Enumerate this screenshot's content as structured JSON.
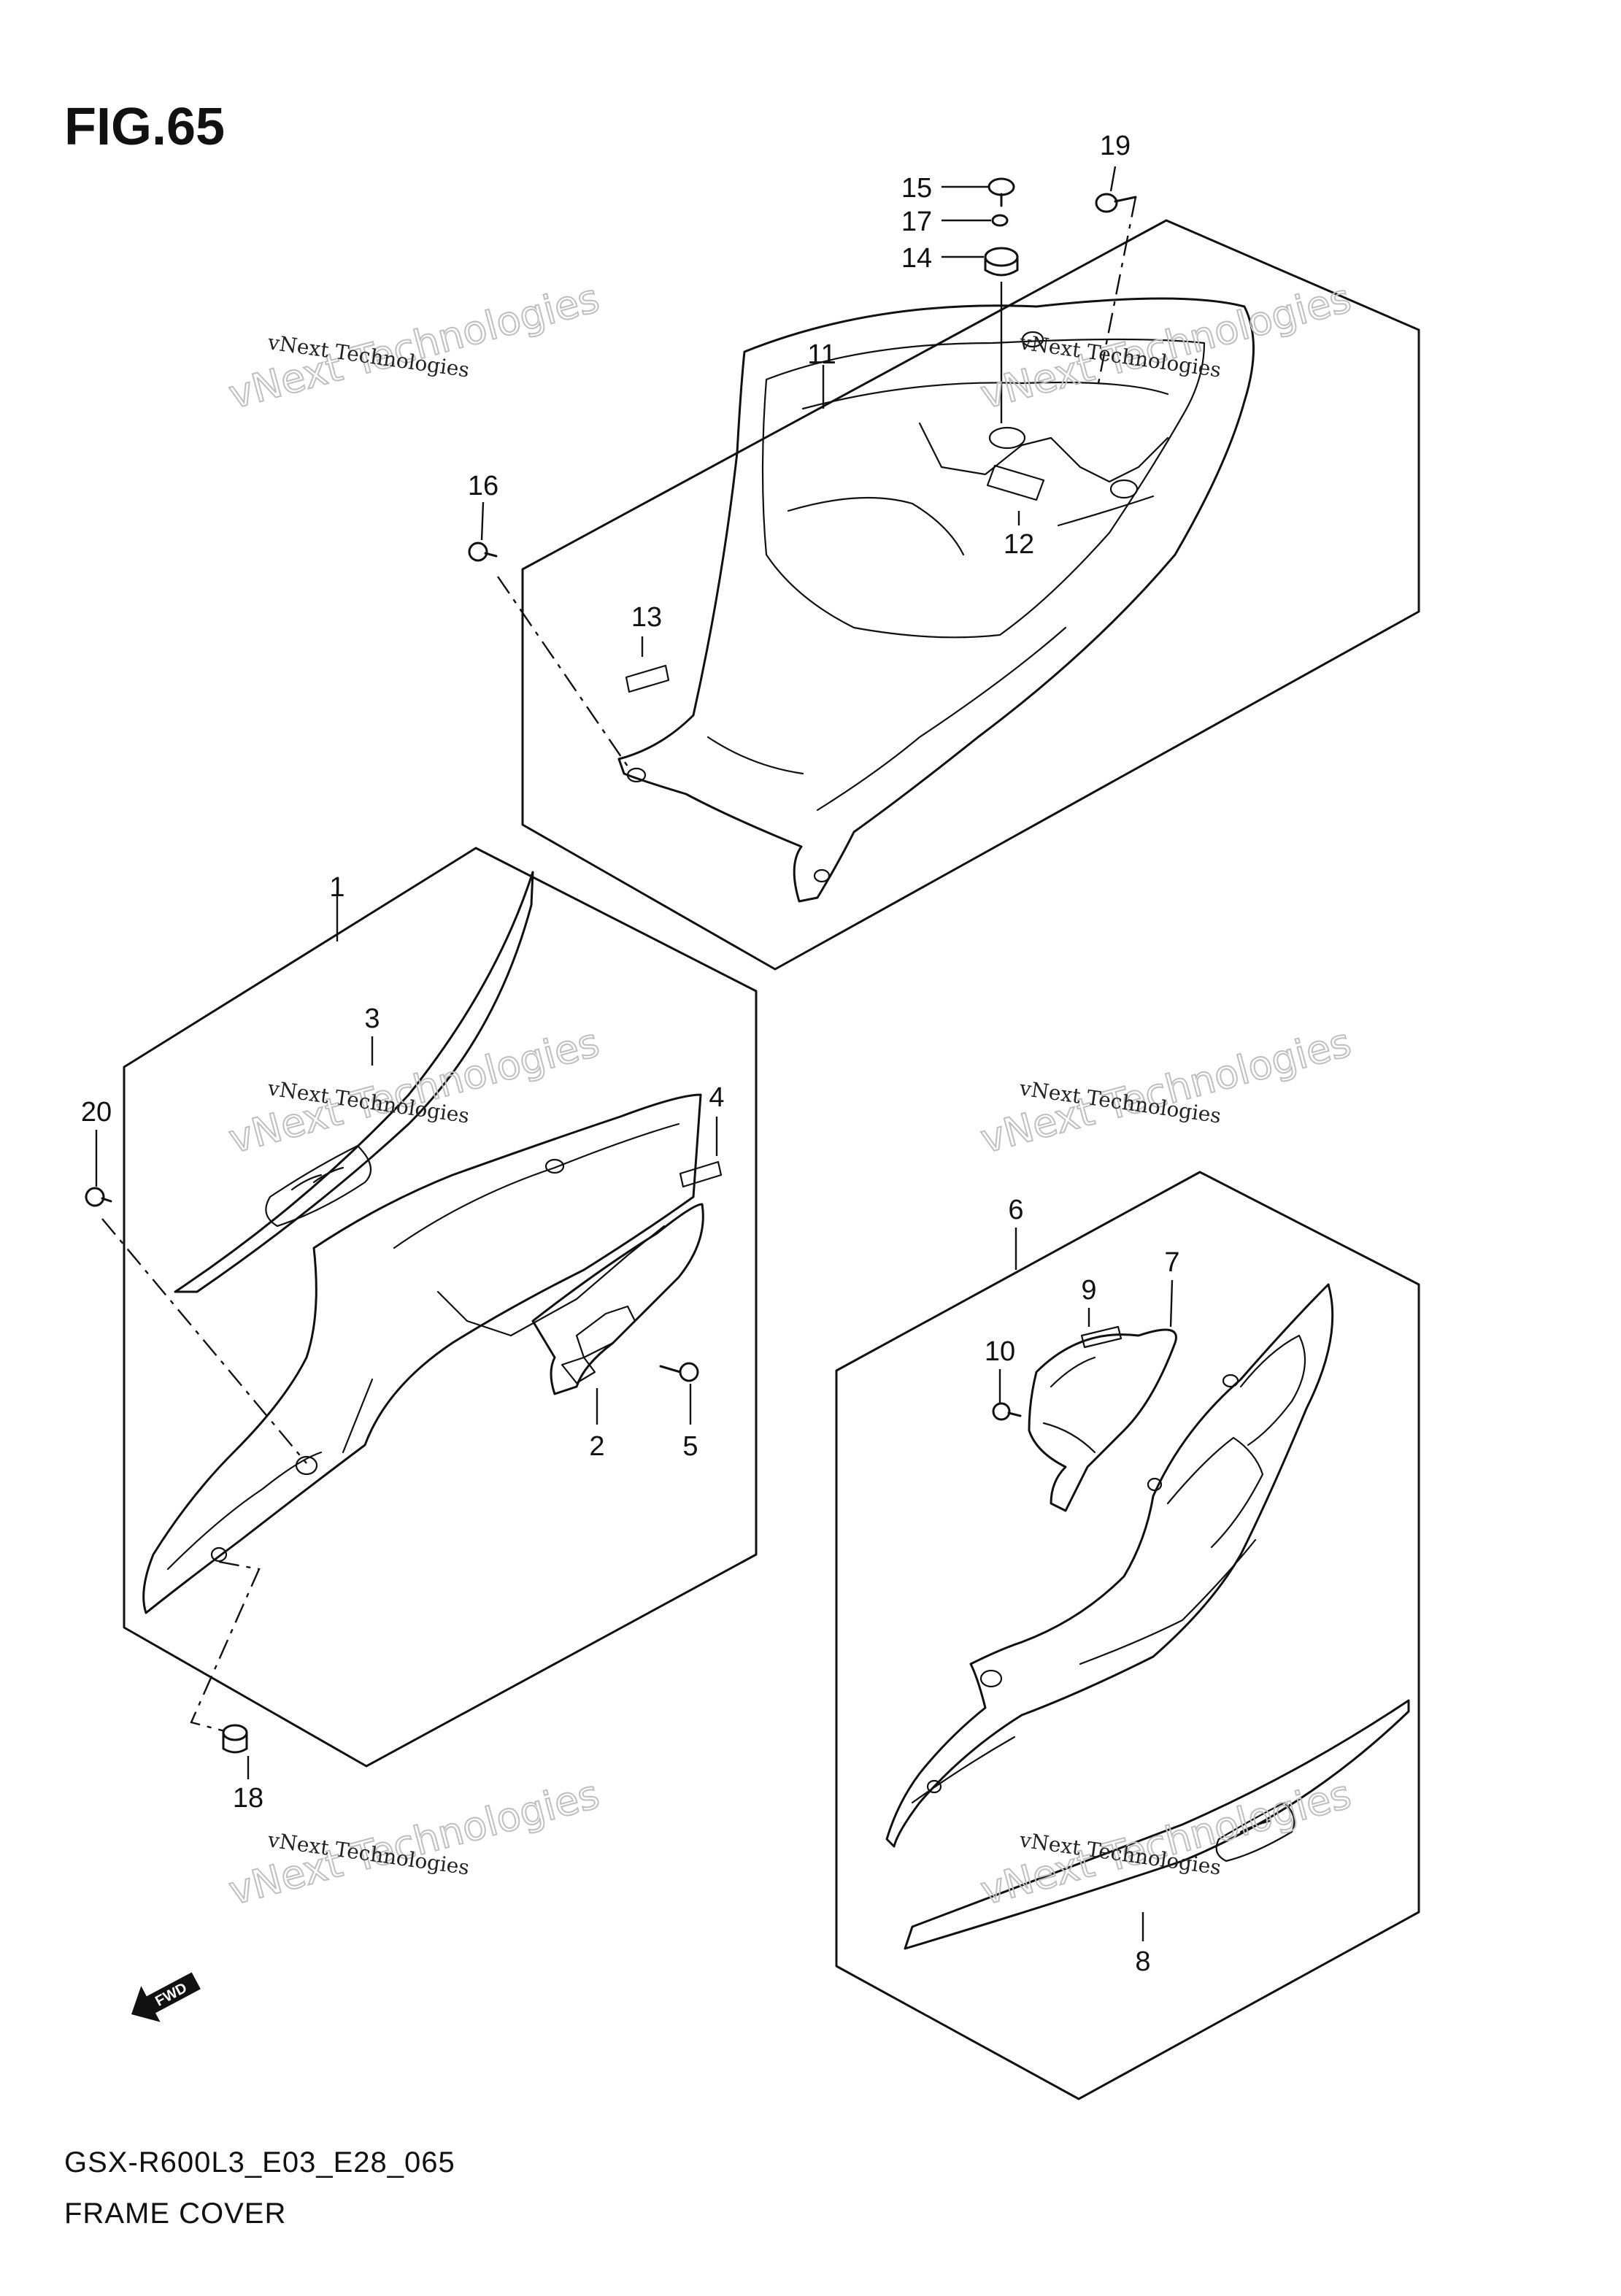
{
  "figure": {
    "title": "FIG.65",
    "drawing_code": "GSX-R600L3_E03_E28_065",
    "caption": "FRAME COVER"
  },
  "watermark": {
    "line_small": "vNext Technologies",
    "line_large": "vNext Technologies"
  },
  "direction_badge": "FWD",
  "parts": {
    "p1": "1",
    "p2": "2",
    "p3": "3",
    "p4": "4",
    "p5": "5",
    "p6": "6",
    "p7": "7",
    "p8": "8",
    "p9": "9",
    "p10": "10",
    "p11": "11",
    "p12": "12",
    "p13": "13",
    "p14": "14",
    "p15": "15",
    "p16": "16",
    "p17": "17",
    "p18": "18",
    "p19": "19",
    "p20": "20"
  }
}
